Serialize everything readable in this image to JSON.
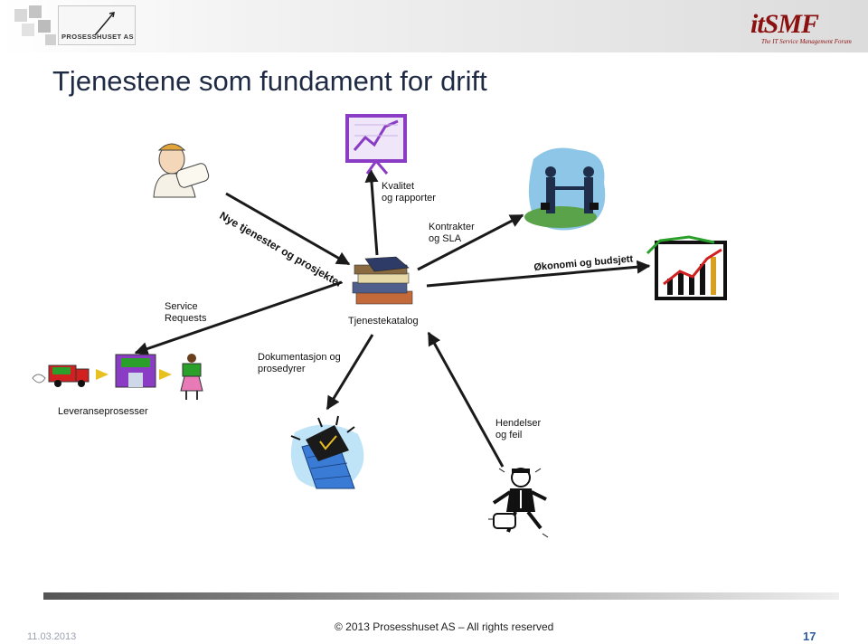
{
  "header": {
    "left_logo_text": "PROSESSHUSET AS",
    "right_logo_main": "itSMF",
    "right_logo_sub": "The IT Service Management Forum"
  },
  "title": "Tjenestene som fundament for drift",
  "diagram": {
    "center_label": "Tjenestekatalog",
    "labels": {
      "new_services": "Nye tjenester og prosjekter",
      "quality": "Kvalitet\nog rapporter",
      "contracts": "Kontrakter\nog SLA",
      "economy": "Økonomi og budsjett",
      "service_requests": "Service\nRequests",
      "documentation": "Dokumentasjon og\nprosedyrer",
      "delivery": "Leveranseprosesser",
      "incidents": "Hendelser\nog feil"
    },
    "colors": {
      "arrow": "#1a1a1a",
      "accent_purple": "#8a3cc4",
      "accent_green": "#2aa02a",
      "accent_red": "#d02020",
      "accent_blue": "#3a7bd5"
    }
  },
  "footer": {
    "date": "11.03.2013",
    "copyright": "© 2013 Prosesshuset AS – All rights reserved",
    "page": "17"
  }
}
